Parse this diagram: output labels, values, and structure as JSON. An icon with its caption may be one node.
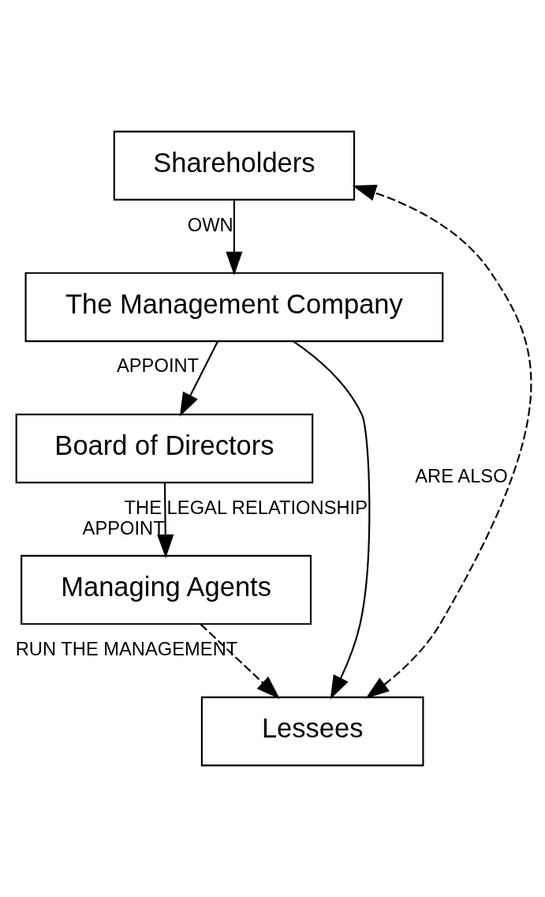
{
  "diagram": {
    "nodes": [
      {
        "text": [
          "Shareholders"
        ]
      },
      {
        "text": [
          "The Management Company"
        ]
      },
      {
        "text": [
          "Board of Directors"
        ]
      },
      {
        "text": [
          "Managing Agents"
        ]
      },
      {
        "text": [
          "Lessees"
        ]
      }
    ],
    "edges": [
      {
        "from": 0,
        "to": 1,
        "arrow": "to",
        "label": "OWN"
      },
      {
        "from": 1,
        "to": 2,
        "arrow": "to",
        "label": "APPOINT"
      },
      {
        "from": 2,
        "to": 3,
        "arrow": "to",
        "label": "APPOINT"
      },
      {
        "from": 3,
        "to": 4,
        "arrow": "to",
        "label": "RUN THE MANAGEMENT",
        "style": "dashed"
      },
      {
        "from": 1,
        "to": 4,
        "arrow": "to",
        "label": "THE LEGAL RELATIONSHIP"
      },
      {
        "from": 4,
        "to": 0,
        "arrow": "both",
        "label": "ARE ALSO",
        "style": "dashed"
      }
    ]
  }
}
